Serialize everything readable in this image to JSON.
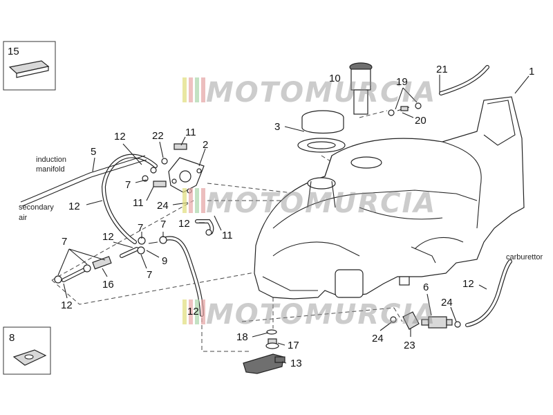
{
  "watermark": {
    "text": "MOTOMURCIA",
    "colors": [
      "#e0dd7a",
      "#e8a7a7",
      "#a9d6a9",
      "#e4a3a3"
    ]
  },
  "callouts": {
    "n1": "1",
    "n2": "2",
    "n3": "3",
    "n5": "5",
    "n6": "6",
    "n7a": "7",
    "n7b": "7",
    "n7c": "7",
    "n7d": "7",
    "n7e": "7",
    "n8": "8",
    "n9": "9",
    "n10": "10",
    "n11a": "11",
    "n11b": "11",
    "n11c": "11",
    "n12a": "12",
    "n12b": "12",
    "n12c": "12",
    "n12d": "12",
    "n12e": "12",
    "n12f": "12",
    "n12g": "12",
    "n13": "13",
    "n15": "15",
    "n16": "16",
    "n17": "17",
    "n18": "18",
    "n19": "19",
    "n20": "20",
    "n21": "21",
    "n22": "22",
    "n23": "23",
    "n24a": "24",
    "n24b": "24",
    "n24c": "24"
  },
  "notes": {
    "induction_1": "induction",
    "induction_2": "manifold",
    "secondary_1": "secondary",
    "secondary_2": "air",
    "carburettor": "carburettor"
  }
}
